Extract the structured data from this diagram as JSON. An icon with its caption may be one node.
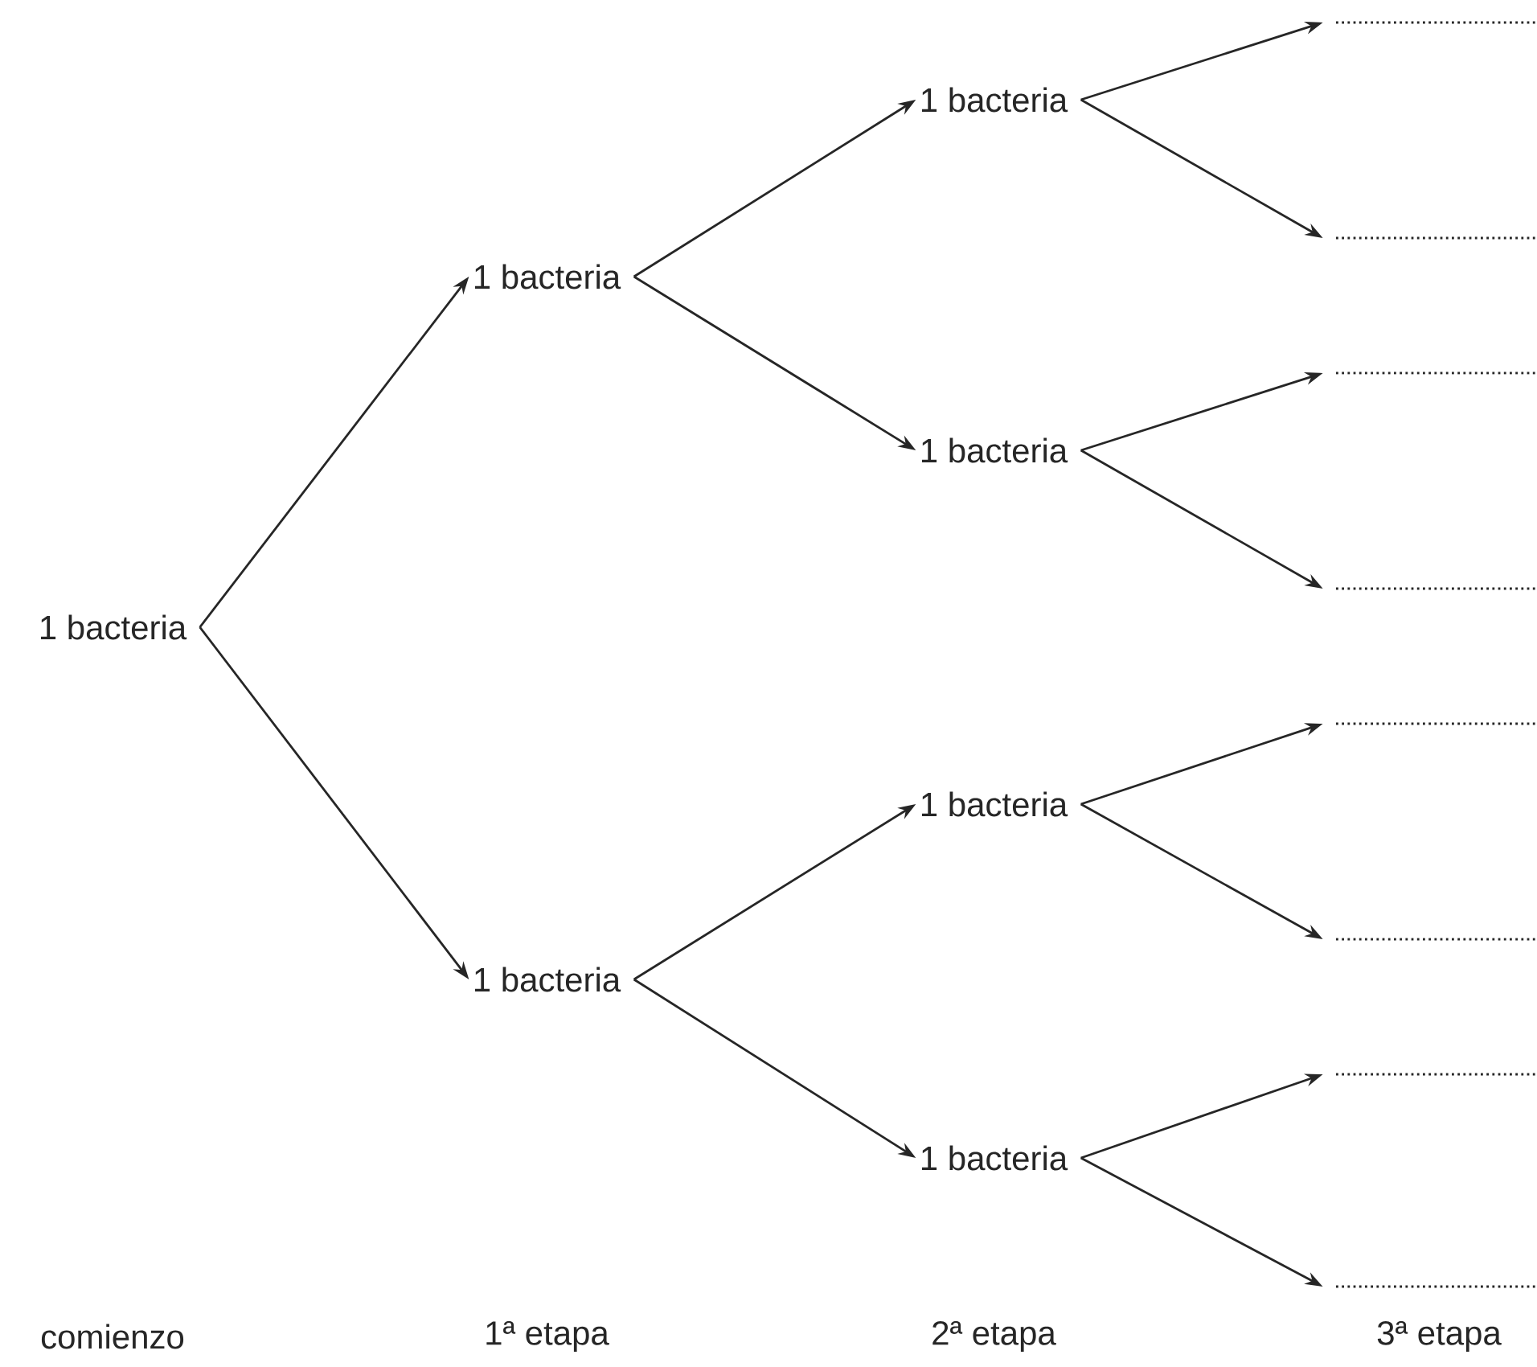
{
  "diagram": {
    "nodes": [
      {
        "text": [
          "1 bacteria"
        ]
      },
      {
        "text": [
          "1 bacteria"
        ]
      },
      {
        "text": [
          "1 bacteria"
        ]
      },
      {
        "text": [
          "1 bacteria"
        ]
      },
      {
        "text": [
          "1 bacteria"
        ]
      },
      {
        "text": [
          "1 bacteria"
        ]
      },
      {
        "text": [
          "1 bacteria"
        ]
      },
      {
        "text": [],
        "shape": "line"
      },
      {
        "text": [],
        "shape": "line"
      },
      {
        "text": [],
        "shape": "line"
      },
      {
        "text": [],
        "shape": "line"
      },
      {
        "text": [],
        "shape": "line"
      },
      {
        "text": [],
        "shape": "line"
      },
      {
        "text": [],
        "shape": "line"
      },
      {
        "text": [],
        "shape": "line"
      }
    ],
    "edges": [
      {
        "from": 0,
        "to": 1,
        "arrow": "to"
      },
      {
        "from": 0,
        "to": 2,
        "arrow": "to"
      },
      {
        "from": 1,
        "to": 3,
        "arrow": "to"
      },
      {
        "from": 1,
        "to": 4,
        "arrow": "to"
      },
      {
        "from": 2,
        "to": 5,
        "arrow": "to"
      },
      {
        "from": 2,
        "to": 6,
        "arrow": "to"
      },
      {
        "from": 3,
        "to": 7,
        "arrow": "to"
      },
      {
        "from": 3,
        "to": 8,
        "arrow": "to"
      },
      {
        "from": 4,
        "to": 9,
        "arrow": "to"
      },
      {
        "from": 4,
        "to": 10,
        "arrow": "to"
      },
      {
        "from": 5,
        "to": 11,
        "arrow": "to"
      },
      {
        "from": 5,
        "to": 12,
        "arrow": "to"
      },
      {
        "from": 6,
        "to": 13,
        "arrow": "to"
      },
      {
        "from": 6,
        "to": 14,
        "arrow": "to"
      }
    ],
    "labels": [
      "comienzo",
      "1ª etapa",
      "2ª etapa",
      "3ª etapa"
    ]
  }
}
